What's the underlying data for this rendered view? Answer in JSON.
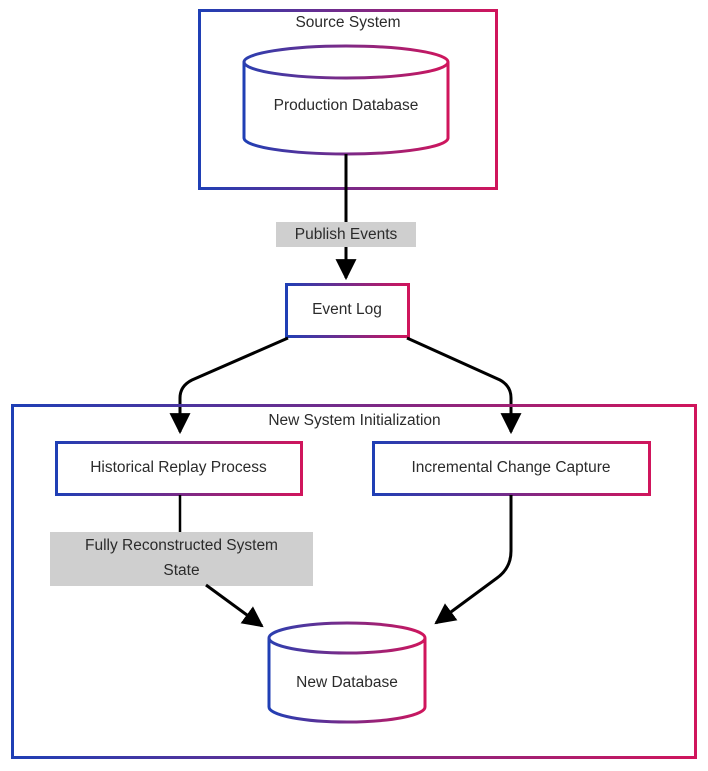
{
  "diagram": {
    "type": "flowchart",
    "title_source_system": "Source System",
    "title_new_system": "New System Initialization",
    "colors": {
      "gradient_start": "#1f3fb5",
      "gradient_end": "#d0155c",
      "arrow": "#000000",
      "label_bg": "#cfcfcf",
      "text": "#2b2b2b",
      "background": "#ffffff"
    },
    "containers": [
      {
        "id": "source-system",
        "label": "Source System"
      },
      {
        "id": "new-system-initialization",
        "label": "New System Initialization"
      }
    ],
    "nodes": [
      {
        "id": "production-database",
        "label": "Production Database",
        "shape": "cylinder"
      },
      {
        "id": "event-log",
        "label": "Event Log",
        "shape": "rectangle"
      },
      {
        "id": "historical-replay-process",
        "label": "Historical Replay Process",
        "shape": "rectangle"
      },
      {
        "id": "incremental-change-capture",
        "label": "Incremental Change Capture",
        "shape": "rectangle"
      },
      {
        "id": "fully-reconstructed-system-state",
        "label_line1": "Fully Reconstructed System",
        "label_line2": "State",
        "shape": "note"
      },
      {
        "id": "new-database",
        "label": "New Database",
        "shape": "cylinder"
      }
    ],
    "edges": [
      {
        "from": "production-database",
        "to": "event-log",
        "label": "Publish Events"
      },
      {
        "from": "event-log",
        "to": "historical-replay-process",
        "label": ""
      },
      {
        "from": "event-log",
        "to": "incremental-change-capture",
        "label": ""
      },
      {
        "from": "historical-replay-process",
        "to": "fully-reconstructed-system-state",
        "label": ""
      },
      {
        "from": "fully-reconstructed-system-state",
        "to": "new-database",
        "label": ""
      },
      {
        "from": "incremental-change-capture",
        "to": "new-database",
        "label": ""
      }
    ],
    "edge_labels": {
      "publish_events": "Publish Events"
    }
  }
}
